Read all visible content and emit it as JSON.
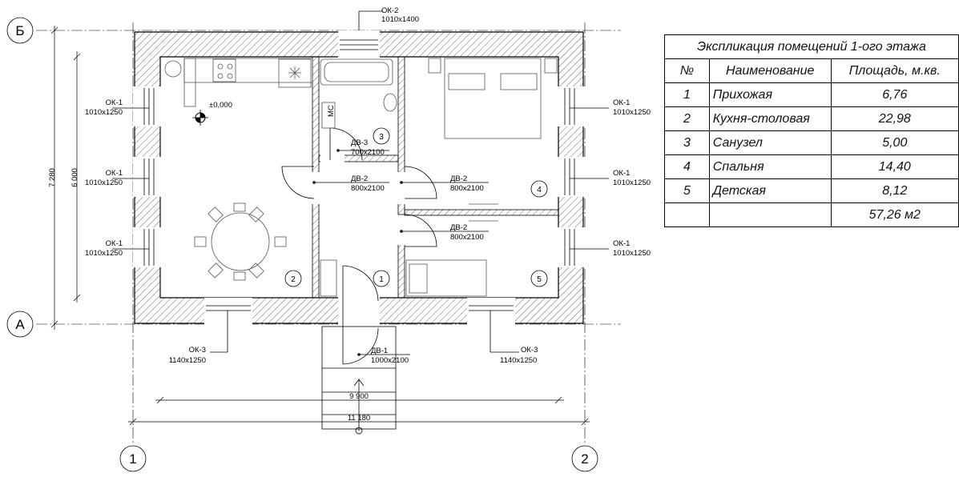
{
  "plan": {
    "axes": {
      "top": "Б",
      "bottom": "А",
      "left": "1",
      "right": "2"
    },
    "dimensions": {
      "height_outer": "7 280",
      "height_inner": "6 000",
      "width_inner": "9 900",
      "width_outer": "11 180"
    },
    "level_mark": "±0,000",
    "wc_label": "МС",
    "windows": {
      "ok1": {
        "name": "ОК-1",
        "size": "1010х1250"
      },
      "ok2": {
        "name": "ОК-2",
        "size": "1010х1400"
      },
      "ok3": {
        "name": "ОК-3",
        "size": "1140х1250"
      }
    },
    "doors": {
      "dv1": {
        "name": "ДВ-1",
        "size": "1000х2100"
      },
      "dv2": {
        "name": "ДВ-2",
        "size": "800х2100"
      },
      "dv3": {
        "name": "ДВ-3",
        "size": "700х2100"
      }
    },
    "room_numbers": [
      "1",
      "2",
      "3",
      "4",
      "5"
    ]
  },
  "table": {
    "title": "Экспликация помещений 1-ого этажа",
    "headers": {
      "num": "№",
      "name": "Наименование",
      "area": "Площадь, м.кв."
    },
    "rows": [
      {
        "num": "1",
        "name": "Прихожая",
        "area": "6,76"
      },
      {
        "num": "2",
        "name": "Кухня-столовая",
        "area": "22,98"
      },
      {
        "num": "3",
        "name": "Санузел",
        "area": "5,00"
      },
      {
        "num": "4",
        "name": "Спальня",
        "area": "14,40"
      },
      {
        "num": "5",
        "name": "Детская",
        "area": "8,12"
      }
    ],
    "total": "57,26 м2"
  }
}
